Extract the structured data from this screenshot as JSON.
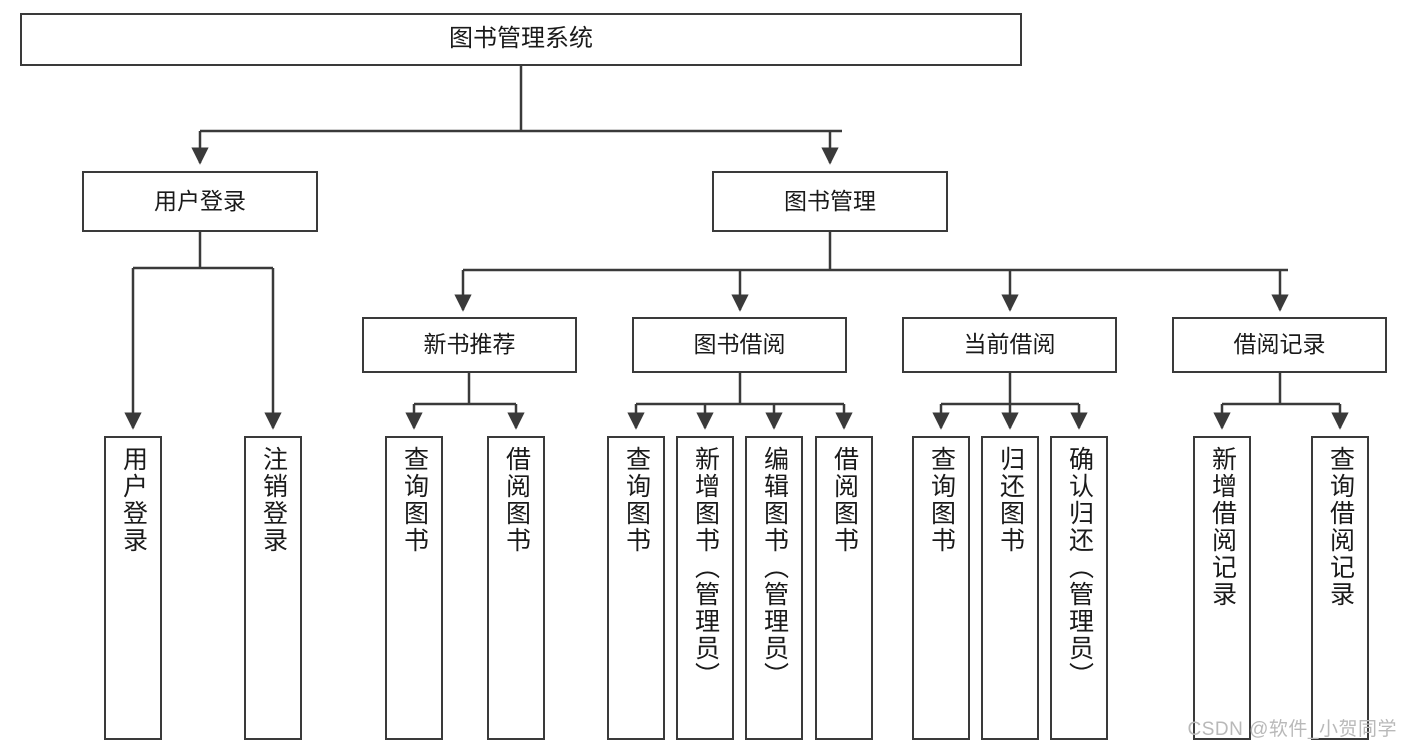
{
  "diagram": {
    "title": "图书管理系统",
    "type": "tree-hierarchy-diagram",
    "colors": {
      "border": "#3a3a3a",
      "background": "#ffffff",
      "text": "#1a1a1a",
      "watermark": "#b9b9b9"
    },
    "root": {
      "label": "图书管理系统"
    },
    "level2": [
      {
        "label": "用户登录"
      },
      {
        "label": "图书管理"
      }
    ],
    "level3": [
      {
        "label": "新书推荐"
      },
      {
        "label": "图书借阅"
      },
      {
        "label": "当前借阅"
      },
      {
        "label": "借阅记录"
      }
    ],
    "leaves": {
      "user_login": [
        {
          "label": "用户登录"
        },
        {
          "label": "注销登录"
        }
      ],
      "new_book_recommend": [
        {
          "label": "查询图书"
        },
        {
          "label": "借阅图书"
        }
      ],
      "book_borrow": [
        {
          "label": "查询图书"
        },
        {
          "label": "新增图书（管理员）"
        },
        {
          "label": "编辑图书（管理员）"
        },
        {
          "label": "借阅图书"
        }
      ],
      "current_borrow": [
        {
          "label": "查询图书"
        },
        {
          "label": "归还图书"
        },
        {
          "label": "确认归还（管理员）"
        }
      ],
      "borrow_record": [
        {
          "label": "新增借阅记录"
        },
        {
          "label": "查询借阅记录"
        }
      ]
    }
  },
  "watermark": {
    "text": "CSDN @软件_小贺同学"
  }
}
